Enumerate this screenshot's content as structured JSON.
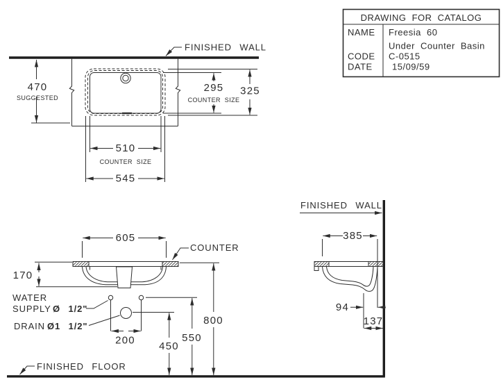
{
  "title_block": {
    "title": "DRAWING FOR CATALOG",
    "name_label": "NAME",
    "name_value": "Freesia 60",
    "name_value2": "Under Counter Basin",
    "code_label": "CODE",
    "code_value": "C-0515",
    "date_label": "DATE",
    "date_value": "15/09/59"
  },
  "plan": {
    "finished_wall_label": "FINISHED WALL",
    "dims": {
      "suggested_depth": {
        "value": "470",
        "note": "SUGGESTED"
      },
      "cutout_depth": {
        "value": "295",
        "note": "COUNTER SIZE"
      },
      "rim_depth": {
        "value": "325"
      },
      "cutout_width": {
        "value": "510",
        "note": "COUNTER SIZE"
      },
      "rim_width": {
        "value": "545"
      }
    }
  },
  "front": {
    "counter_label": "COUNTER",
    "finished_floor_label": "FINISHED FLOOR",
    "water_supply": {
      "line1": "WATER",
      "line2": "SUPPLY",
      "size": "Ø 1/2\""
    },
    "drain": {
      "label": "DRAIN",
      "size": "Ø1 1/2\""
    },
    "dims": {
      "basin_width": "605",
      "basin_height": "170",
      "supply_spacing": "200",
      "drain_height": "450",
      "supply_height": "550",
      "counter_height": "800"
    }
  },
  "side": {
    "finished_wall_label": "FINISHED WALL",
    "dims": {
      "basin_depth": "385",
      "drain_to_back": "94",
      "drain_to_wall": "137"
    }
  },
  "colors": {
    "line": "#2d2d2d",
    "background": "#ffffff"
  }
}
